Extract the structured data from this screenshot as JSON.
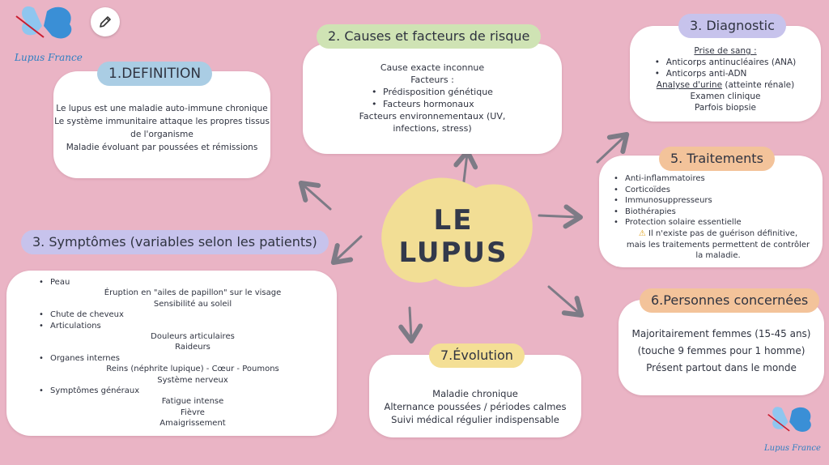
{
  "logo": {
    "brand": "Lupus France"
  },
  "center": {
    "title_line1": "LE",
    "title_line2": "LUPUS"
  },
  "definition": {
    "title": "1.DEFINITION",
    "lines": [
      "Le lupus est une maladie auto-immune chronique",
      "Le système immunitaire attaque les propres tissus",
      "de l'organisme",
      "Maladie évoluant par poussées et rémissions"
    ]
  },
  "causes": {
    "title": "2. Causes et facteurs de risque",
    "line1": "Cause exacte inconnue",
    "line2": "Facteurs :",
    "bullets": [
      "Prédisposition génétique",
      "Facteurs hormonaux"
    ],
    "line3": "Facteurs environnementaux (UV,",
    "line4": "infections, stress)"
  },
  "diagnostic": {
    "title": "3. Diagnostic",
    "blood_heading": "Prise de sang :",
    "bullets": [
      "Anticorps antinucléaires (ANA)",
      "Anticorps anti-ADN"
    ],
    "urine_heading": "Analyse d'urine",
    "urine_note": " (atteinte rénale)",
    "line1": "Examen clinique",
    "line2": "Parfois biopsie"
  },
  "symptoms": {
    "title": "3. Symptômes (variables selon les patients)",
    "groups": [
      {
        "label": "Peau",
        "items": [
          "Éruption en \"ailes de papillon\" sur le visage",
          "Sensibilité au soleil"
        ]
      },
      {
        "label": "Chute de cheveux",
        "items": []
      },
      {
        "label": "Articulations",
        "items": [
          "Douleurs articulaires",
          "Raideurs"
        ]
      },
      {
        "label": "Organes internes",
        "items": [
          "Reins (néphrite lupique) - Cœur - Poumons",
          "Système nerveux"
        ]
      },
      {
        "label": "Symptômes généraux",
        "items": [
          "Fatigue intense",
          "Fièvre",
          "Amaigrissement"
        ]
      }
    ]
  },
  "treatments": {
    "title": "5. Traitements",
    "bullets": [
      "Anti-inflammatoires",
      "Corticoïdes",
      "Immunosuppresseurs",
      "Biothérapies",
      "Protection solaire essentielle"
    ],
    "warning_icon": "warning-icon",
    "warning_line1": "Il n'existe pas de guérison définitive,",
    "warning_line2": "mais les traitements permettent de contrôler",
    "warning_line3": "la maladie."
  },
  "people": {
    "title": "6.Personnes concernées",
    "line1": "Majoritairement femmes (15-45 ans)",
    "line2": "(touche 9 femmes pour 1 homme)",
    "line3": "Présent partout dans le monde"
  },
  "evolution": {
    "title": "7.Évolution",
    "line1": "Maladie chronique",
    "line2": "Alternance poussées / périodes calmes",
    "line3": "Suivi médical régulier indispensable"
  },
  "colors": {
    "background": "#eab4c5",
    "blue_pill": "#aacde4",
    "green_pill": "#cfe3b4",
    "purple_pill": "#c7c3ec",
    "orange_pill": "#f3c39a",
    "yellow_pill": "#f4df95",
    "blob": "#f2de95",
    "arrow": "#7d7b86"
  }
}
